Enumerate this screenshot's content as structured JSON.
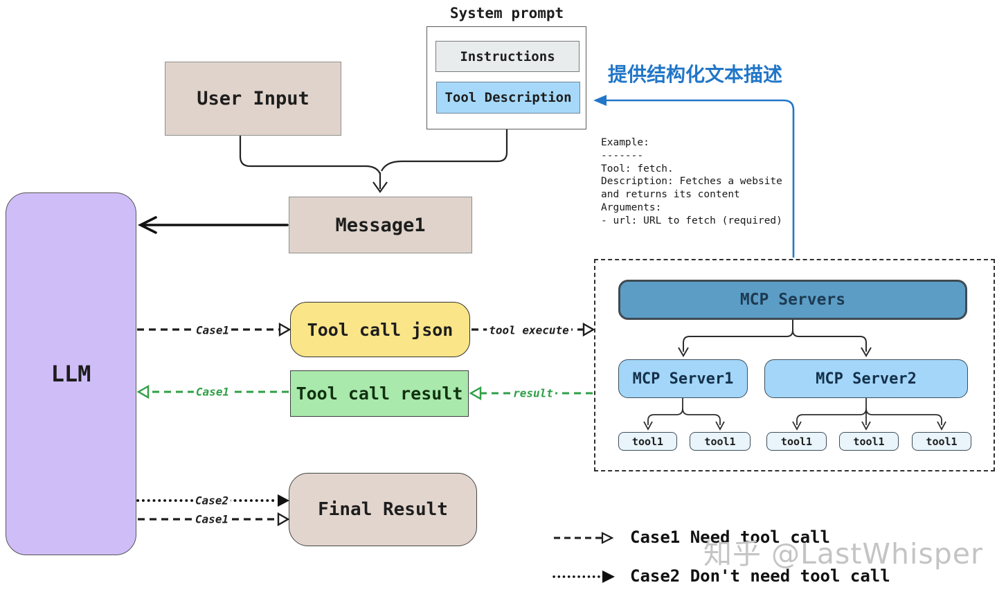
{
  "diagram": {
    "system_prompt": {
      "title": "System prompt",
      "instructions": "Instructions",
      "tool_description": "Tool Description"
    },
    "annotation": {
      "text": "提供结构化文本描述",
      "color": "#2176C7"
    },
    "nodes": {
      "user_input": "User Input",
      "message1": "Message1",
      "llm": "LLM",
      "tool_call_json": "Tool call json",
      "tool_call_result": "Tool call result",
      "final_result": "Final Result"
    },
    "example": {
      "lines": [
        "Example:",
        "-------",
        "Tool: fetch.",
        "Description: Fetches a website",
        "and returns its content",
        "Arguments:",
        "- url: URL to fetch (required)"
      ]
    },
    "mcp": {
      "title": "MCP Servers",
      "server1": "MCP Server1",
      "server2": "MCP Server2",
      "tools": [
        "tool1",
        "tool1",
        "tool1",
        "tool1",
        "tool1"
      ]
    },
    "edges": {
      "case1_to_json": "Case1",
      "tool_execute": "tool execute",
      "result": "result",
      "case1_to_llm": "Case1",
      "case2_to_final": "Case2",
      "case1_to_final": "Case1"
    },
    "legend": {
      "case1": "Case1 Need tool call",
      "case2": "Case2 Don't need tool call"
    },
    "watermark": "知乎 @LastWhisper",
    "colors": {
      "accent_blue": "#2176C7",
      "llm_purple": "#CFBDF8",
      "beige": "#DFD3CB",
      "yellow": "#FAE588",
      "result_green": "#A9E9AC",
      "steel_blue": "#5C9DC6",
      "light_blue": "#A3D6F8",
      "pale_blue": "#E9F4FB",
      "arrow_green": "#2F9E44",
      "watermark_gray": "#C4C4C4"
    }
  }
}
